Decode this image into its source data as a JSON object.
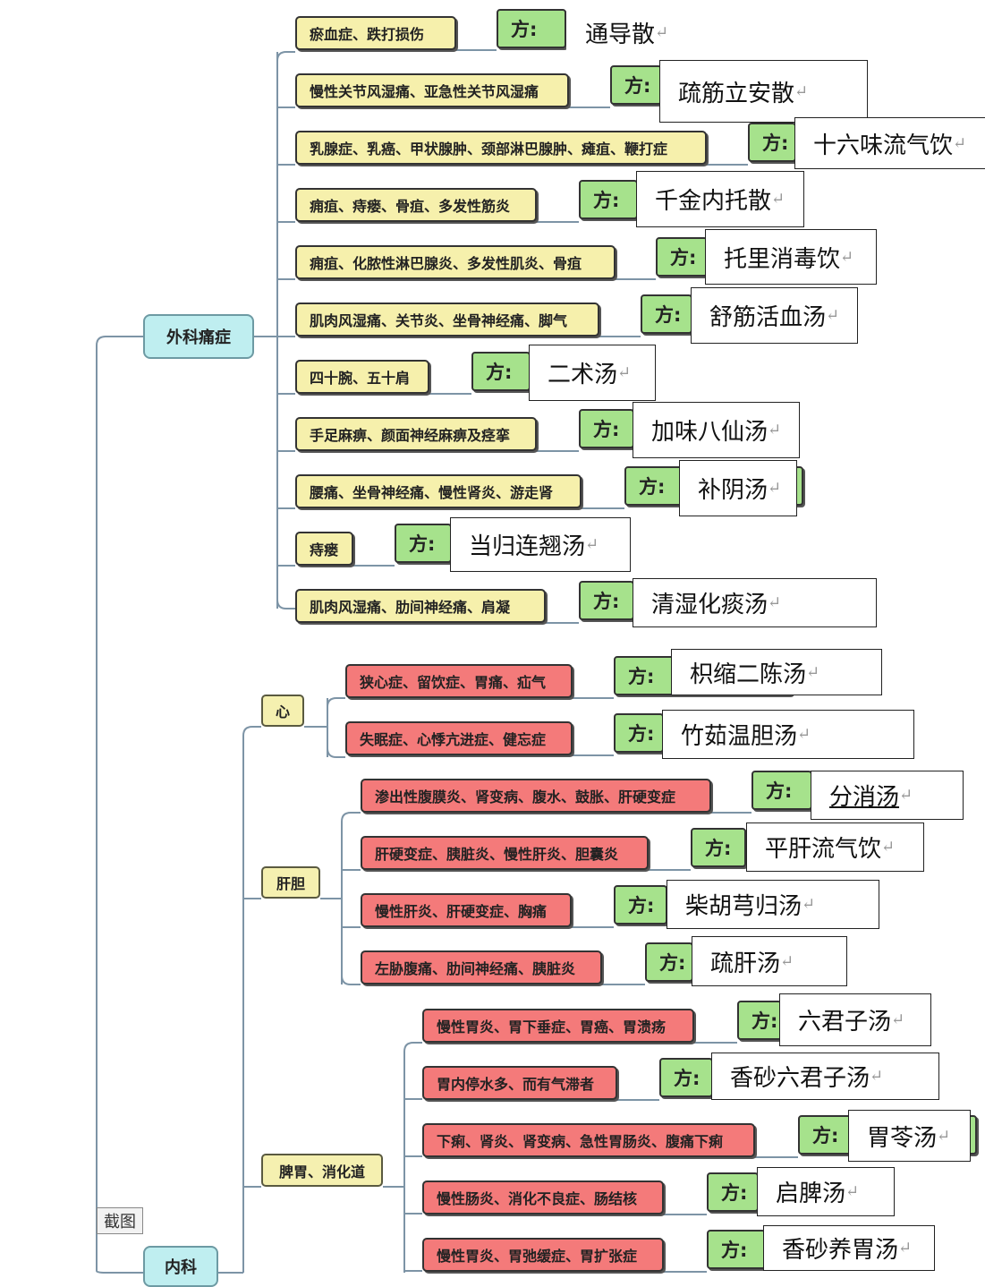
{
  "return_mark": "↵",
  "screenshot_label": "截图",
  "fang_label": "方:",
  "categories": {
    "surgery": "外科痛症",
    "internal": "内科"
  },
  "subcategories": {
    "heart": "心",
    "liver": "肝胆",
    "stomach": "脾胃、消化道"
  },
  "surgery_rows": [
    {
      "condition": "瘀血症、跌打损伤",
      "prescription": "通导散"
    },
    {
      "condition": "慢性关节风湿痛、亚急性关节风湿痛",
      "prescription": "疏筋立安散"
    },
    {
      "condition": "乳腺症、乳癌、甲状腺肿、颈部淋巴腺肿、瘫疽、鞭打症",
      "prescription": "十六味流气饮"
    },
    {
      "condition": "痈疽、痔瘘、骨疽、多发性筋炎",
      "prescription": "千金内托散"
    },
    {
      "condition": "痈疽、化脓性淋巴腺炎、多发性肌炎、骨疽",
      "prescription": "托里消毒饮"
    },
    {
      "condition": "肌肉风湿痛、关节炎、坐骨神经痛、脚气",
      "prescription": "舒筋活血汤"
    },
    {
      "condition": "四十腕、五十肩",
      "prescription": "二术汤"
    },
    {
      "condition": "手足麻痹、颜面神经麻痹及痉挛",
      "prescription": "加味八仙汤"
    },
    {
      "condition": "腰痛、坐骨神经痛、慢性肾炎、游走肾",
      "prescription": "补阴汤"
    },
    {
      "condition": "痔瘘",
      "prescription": "当归连翘汤"
    },
    {
      "condition": "肌肉风湿痛、肋间神经痛、肩凝",
      "prescription": "清湿化痰汤"
    }
  ],
  "heart_rows": [
    {
      "condition": "狭心症、留饮症、胃痛、疝气",
      "prescription": "枳缩二陈汤"
    },
    {
      "condition": "失眠症、心悸亢进症、健忘症",
      "prescription": "竹茹温胆汤"
    }
  ],
  "liver_rows": [
    {
      "condition": "渗出性腹膜炎、肾变病、腹水、鼓胀、肝硬变症",
      "prescription": "分消汤"
    },
    {
      "condition": "肝硬变症、胰脏炎、慢性肝炎、胆囊炎",
      "prescription": "平肝流气饮"
    },
    {
      "condition": "慢性肝炎、肝硬变症、胸痛",
      "prescription": "柴胡芎归汤"
    },
    {
      "condition": "左胁腹痛、肋间神经痛、胰脏炎",
      "prescription": "疏肝汤"
    }
  ],
  "stomach_rows": [
    {
      "condition": "慢性胃炎、胃下垂症、胃癌、胃溃疡",
      "prescription": "六君子汤"
    },
    {
      "condition": "胃内停水多、而有气滞者",
      "prescription": "香砂六君子汤"
    },
    {
      "condition": "下痢、肾炎、肾变病、急性胃肠炎、腹痛下痢",
      "prescription": "胃苓汤"
    },
    {
      "condition": "慢性肠炎、消化不良症、肠结核",
      "prescription": "启脾汤"
    },
    {
      "condition": "慢性胃炎、胃弛缓症、胃扩张症",
      "prescription": "香砂养胃汤"
    }
  ]
}
